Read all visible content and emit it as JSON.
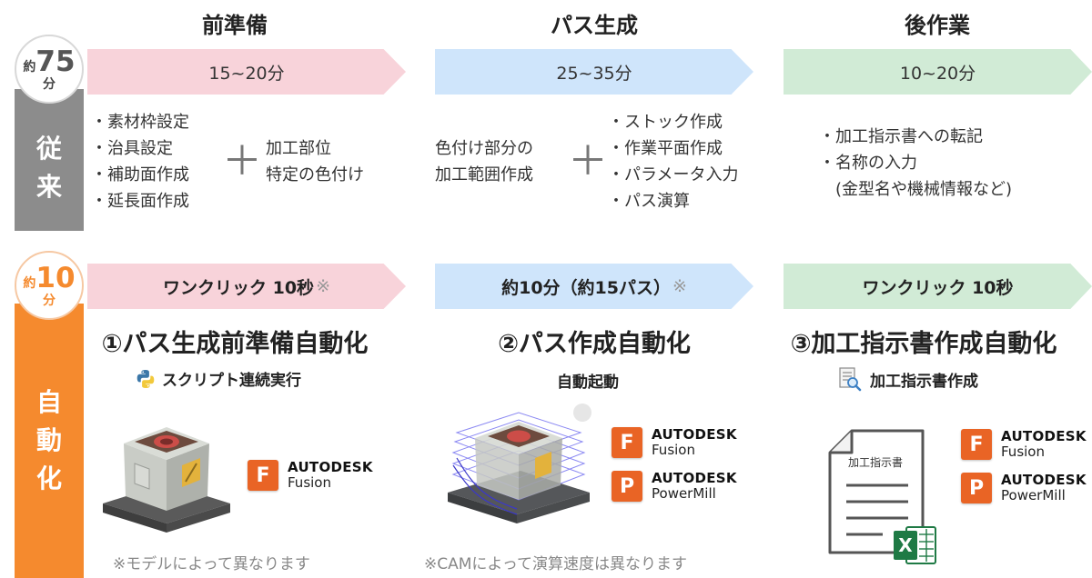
{
  "columns": {
    "prep": "前準備",
    "path": "パス生成",
    "post": "後作業"
  },
  "conventional": {
    "badge_prefix": "約",
    "badge_number": "75",
    "badge_unit": "分",
    "label_1": "従",
    "label_2": "来",
    "times": [
      "15~20分",
      "25~35分",
      "10~20分"
    ],
    "prep_list": [
      "素材枠設定",
      "治具設定",
      "補助面作成",
      "延長面作成"
    ],
    "prep_extra": [
      "加工部位",
      "特定の色付け"
    ],
    "path_intro": [
      "色付け部分の",
      "加工範囲作成"
    ],
    "path_list": [
      "ストック作成",
      "作業平面作成",
      "パラメータ入力",
      "パス演算"
    ],
    "post_list": [
      "加工指示書への転記",
      "名称の入力"
    ],
    "post_sub": "(金型名や機械情報など)",
    "plus": "＋"
  },
  "automated": {
    "badge_prefix": "約",
    "badge_number": "10",
    "badge_unit": "分",
    "label_1": "自",
    "label_2": "動",
    "label_3": "化",
    "arrows": [
      {
        "text": "ワンクリック 10秒",
        "mark": "※"
      },
      {
        "text": "約10分（約15パス）",
        "mark": "※"
      },
      {
        "text": "ワンクリック 10秒",
        "mark": ""
      }
    ],
    "titles": [
      "①パス生成前準備自動化",
      "②パス作成自動化",
      "③加工指示書作成自動化"
    ],
    "subs": [
      "スクリプト連続実行",
      "自動起動",
      "加工指示書作成"
    ],
    "notes": [
      "※モデルによって異なります",
      "※CAMによって演算速度は異なります"
    ],
    "doc_label": "加工指示書",
    "excel_letter": "X"
  },
  "logos": {
    "brand": "AUTODESK",
    "fusion": "Fusion",
    "powermill": "PowerMill",
    "f_letter": "F",
    "p_letter": "P"
  },
  "colors": {
    "conventional_bar": "#8c8c8c",
    "automated_bar": "#f58a2e",
    "prep_arrow": "#f8d3da",
    "path_arrow": "#cfe5fb",
    "post_arrow": "#d1ebd6",
    "logo_orange": "#e96425"
  },
  "icons": [
    "python-icon",
    "document-search-icon",
    "excel-icon"
  ]
}
